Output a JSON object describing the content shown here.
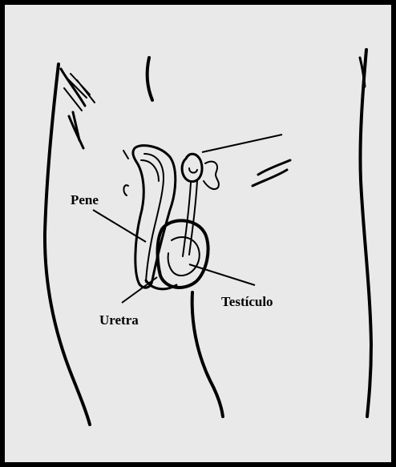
{
  "labels": {
    "penis": "Pene",
    "urethra": "Uretra",
    "testicle": "Testículo"
  }
}
